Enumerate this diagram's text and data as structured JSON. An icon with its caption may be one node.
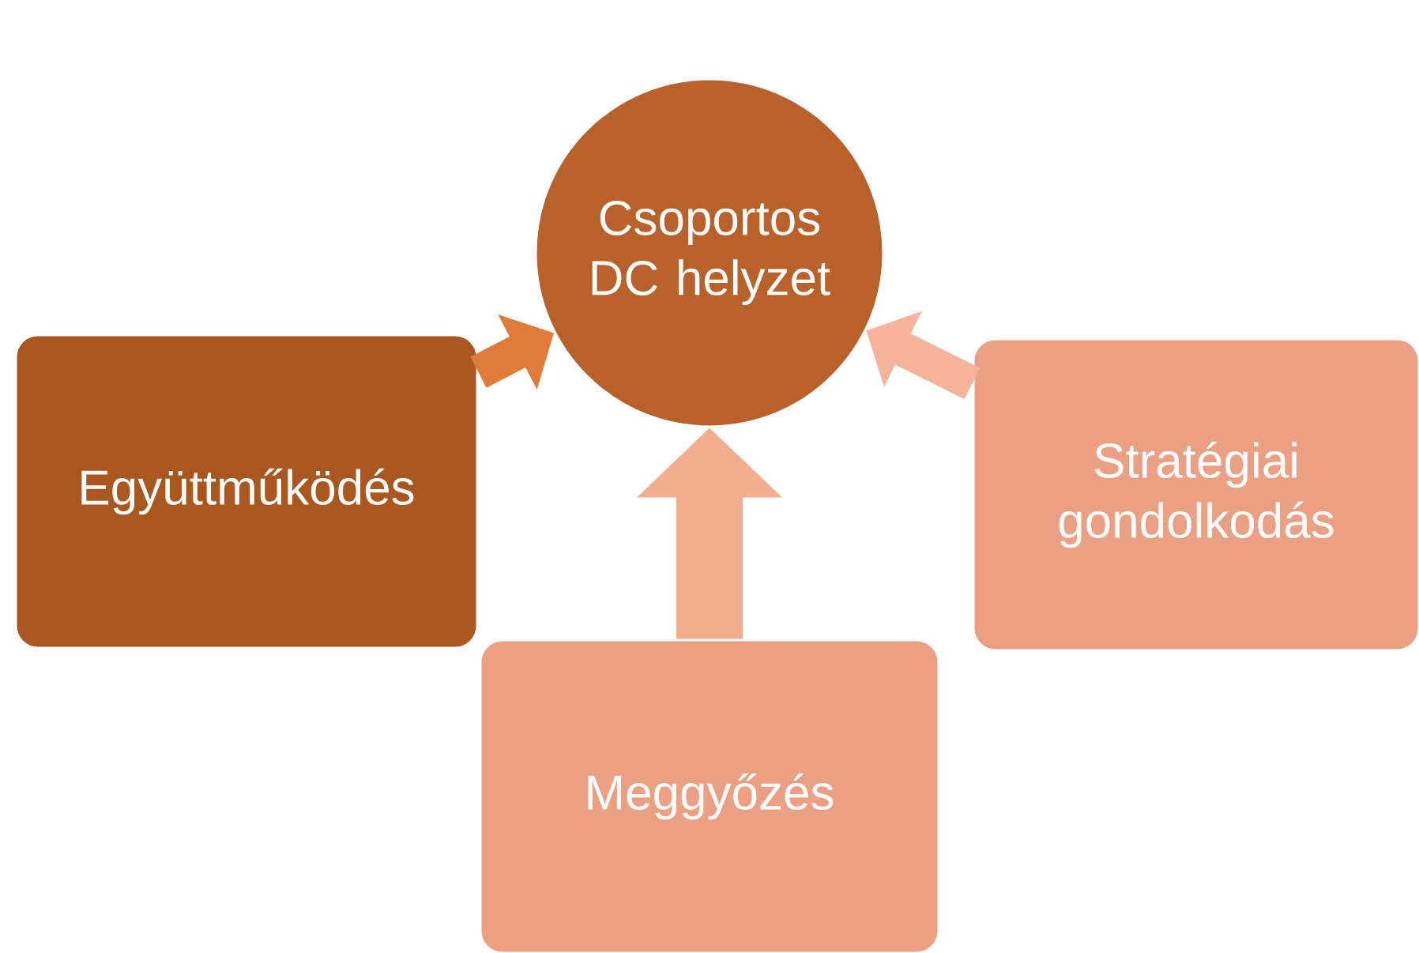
{
  "diagram": {
    "nodes": [
      {
        "text": [
          "Csoportos DC helyzet"
        ]
      },
      {
        "text": [
          "Együttműködés"
        ]
      },
      {
        "text": [
          "Stratégiai gondolkodás"
        ]
      },
      {
        "text": [
          "Meggyőzés"
        ]
      }
    ],
    "edges": [
      {
        "from": 1,
        "to": 0,
        "arrow": "to",
        "color": "#e07b39"
      },
      {
        "from": 2,
        "to": 0,
        "arrow": "to",
        "color": "#f5b39b"
      },
      {
        "from": 3,
        "to": 0,
        "arrow": "to",
        "style": "thick",
        "color": "#f2ad8f"
      }
    ]
  }
}
